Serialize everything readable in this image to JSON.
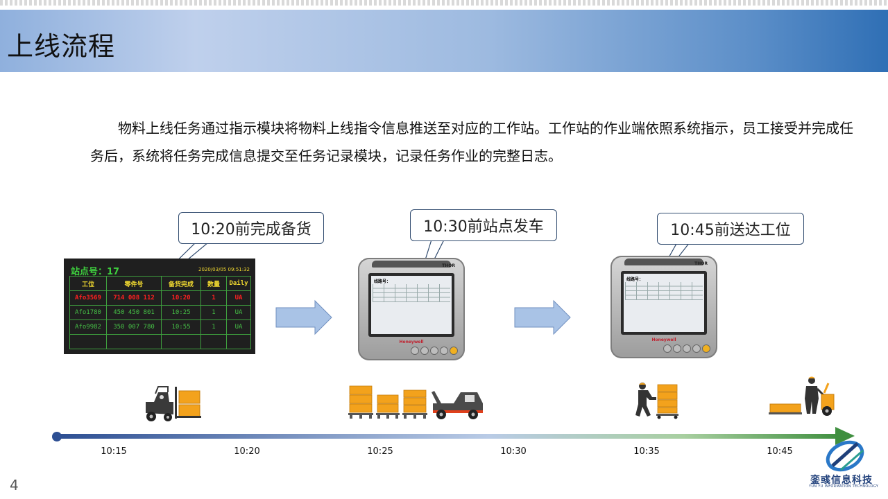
{
  "header": {
    "title": "上线流程"
  },
  "intro": {
    "text": "物料上线任务通过指示模块将物料上线指令信息推送至对应的工作站。工作站的作业端依照系统指示，员工接受并完成任务后，系统将任务完成信息提交至任务记录模块，记录任务作业的完整日志。"
  },
  "callouts": [
    {
      "text": "10:20前完成备货"
    },
    {
      "text": "10:30前站点发车"
    },
    {
      "text": "10:45前送达工位"
    }
  ],
  "board": {
    "station": "站点号：17",
    "datetime": "2020/03/05 09:51:32",
    "headers": [
      "工位",
      "零件号",
      "备货完成",
      "数量",
      "Daily"
    ],
    "rows": [
      [
        "Afo3569",
        "714 008 112",
        "10:20",
        "1",
        "UA"
      ],
      [
        "Afo1780",
        "450 450 801",
        "10:25",
        "1",
        "UA"
      ],
      [
        "Afo9982",
        "350 007 780",
        "10:55",
        "1",
        "UA"
      ],
      [
        "",
        "",
        "",
        "",
        ""
      ]
    ]
  },
  "devices": [
    {
      "screen_title": "线路号：",
      "brand": "THOR",
      "maker": "Honeywell"
    },
    {
      "screen_title": "线路号：",
      "brand": "THOR",
      "maker": "Honeywell"
    }
  ],
  "icons": [
    "forklift-icon",
    "pallets-icon",
    "tow-truck-icon",
    "worker-cart-icon",
    "worker-machine-icon"
  ],
  "timeline": {
    "ticks": [
      "10:15",
      "10:20",
      "10:25",
      "10:30",
      "10:35",
      "10:45"
    ]
  },
  "footer": {
    "page_number": "4",
    "logo_name": "銮彧信息科技",
    "logo_sub": "YUN YU INFORMATION TECHNOLOGY"
  },
  "colors": {
    "accent": "#2f6fb5",
    "led_green": "#46c046",
    "alert_red": "#ff2020",
    "box_orange": "#f3a21c"
  }
}
